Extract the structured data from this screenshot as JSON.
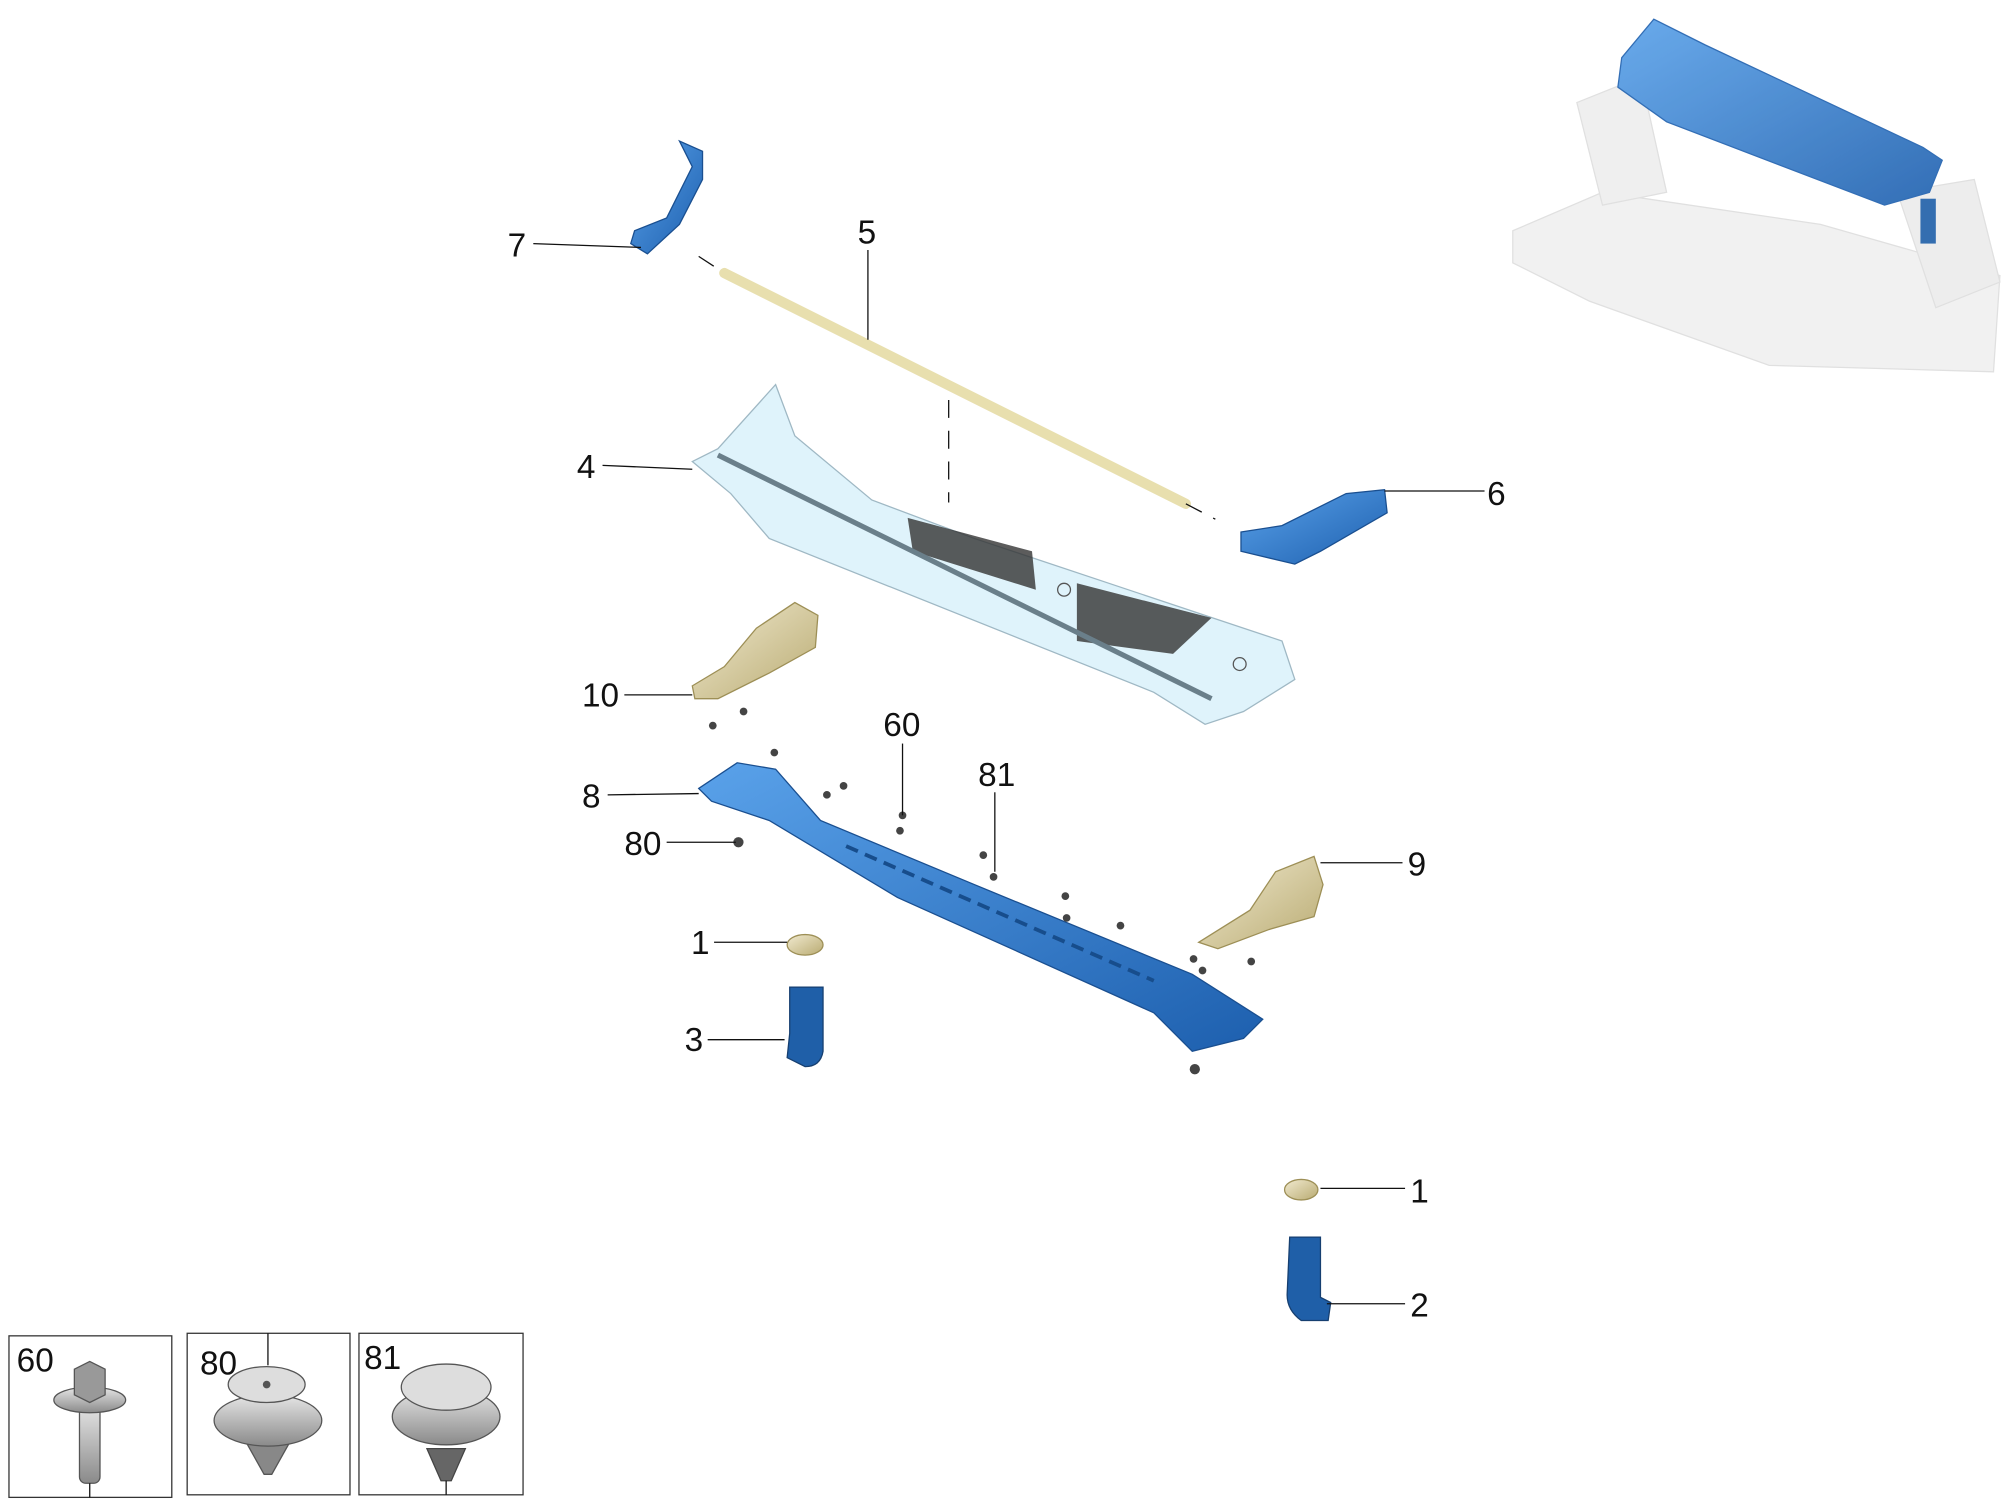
{
  "diagram": {
    "callouts": {
      "c7": "7",
      "c5": "5",
      "c4": "4",
      "c6": "6",
      "c10": "10",
      "c60": "60",
      "c81": "81",
      "c8": "8",
      "c80": "80",
      "c9": "9",
      "c1a": "1",
      "c3": "3",
      "c1b": "1",
      "c2": "2"
    },
    "detail_boxes": [
      {
        "label": "60",
        "part": "hex-flange-bolt"
      },
      {
        "label": "80",
        "part": "push-rivet-clip"
      },
      {
        "label": "81",
        "part": "expansion-clip"
      }
    ],
    "colors": {
      "blue_part": "#2f7fd6",
      "dark_blue_part": "#1f5fa8",
      "cowl_panel": "#dff3fb",
      "tan_part": "#e6dcae",
      "fastener_grey": "#b8b8b8"
    }
  }
}
